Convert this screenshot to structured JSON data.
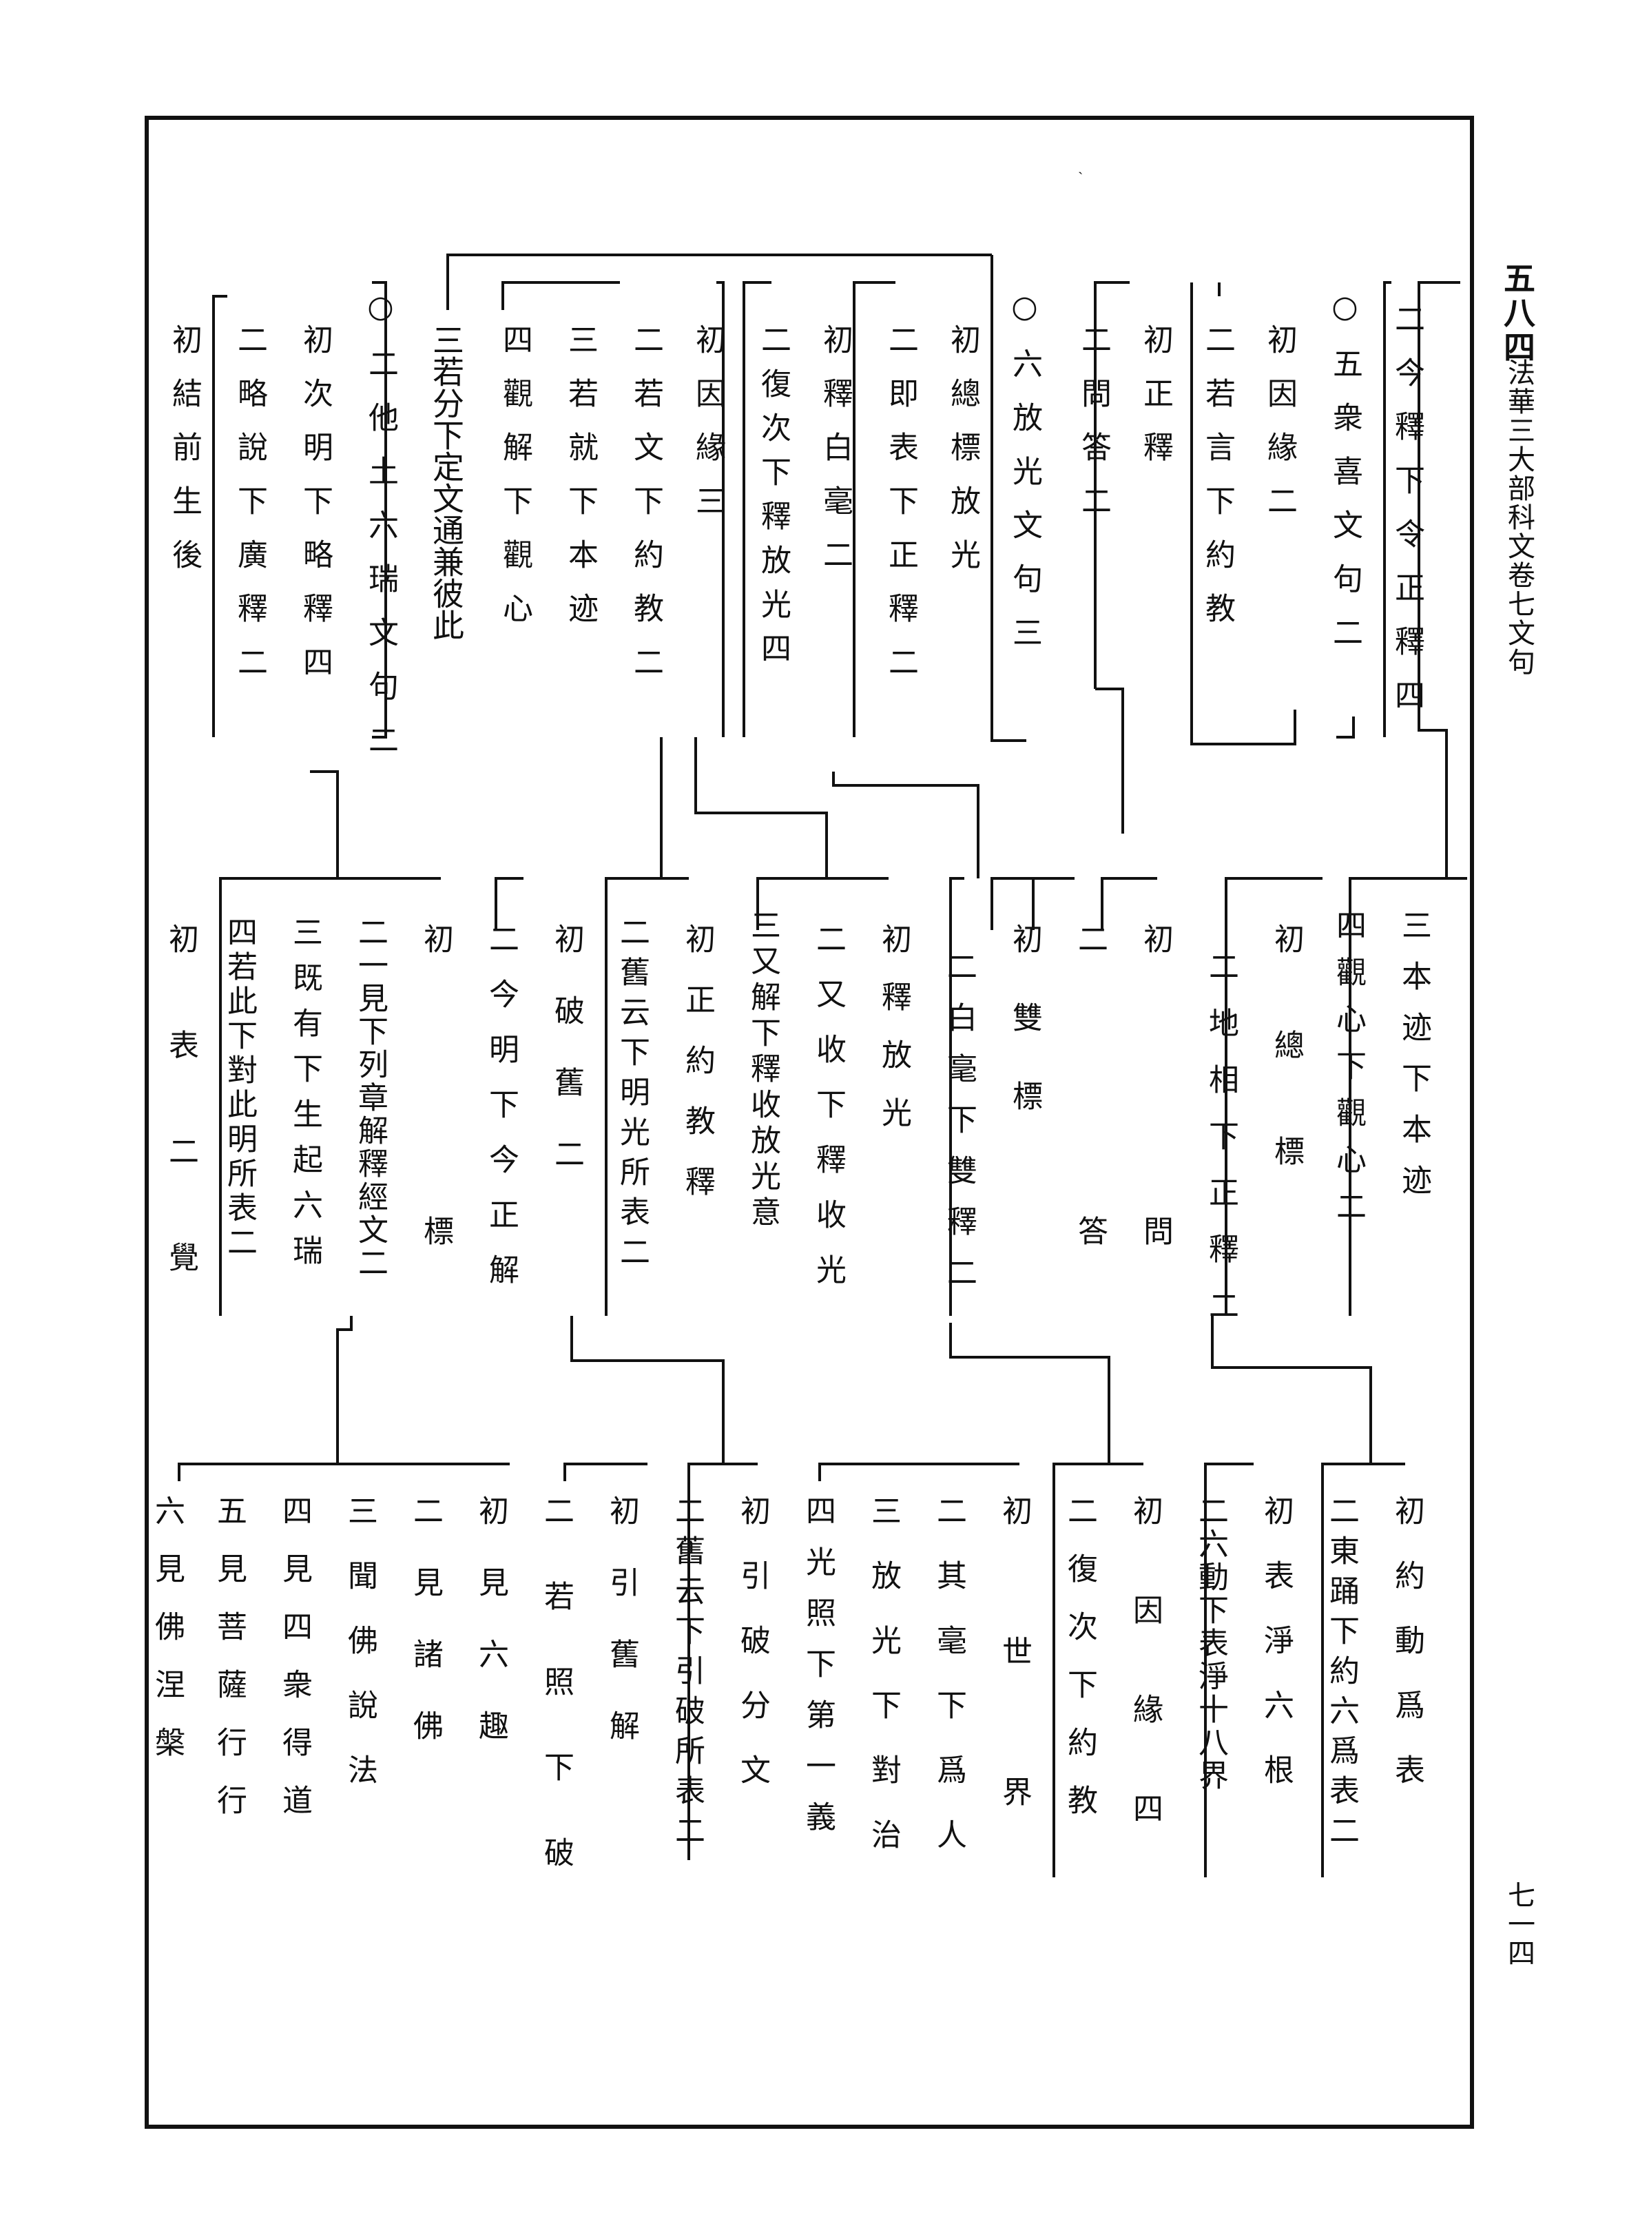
{
  "margin": {
    "title": "五八四",
    "book": "法華三大部科文卷七文句",
    "page": "七一四"
  },
  "speck": "ˏ",
  "tier1": [
    "二今釋下令正釋四",
    "○五衆喜文句二",
    "初因緣二",
    "二若言下約教",
    "初正釋",
    "二問答二",
    "○六放光文句三",
    "初總標放光",
    "二即表下正釋二",
    "初釋白毫二",
    "二復次下釋放光四",
    "初因緣三",
    "二若文下約教二",
    "三若就下本迹",
    "四觀解下觀心",
    "三若分下定文通兼彼此",
    "○二他土六瑞文句二",
    "初次明下略釋四",
    "二略說下廣釋二",
    "初結前生後"
  ],
  "tier2": [
    "三本迹下本迹",
    "四觀心下觀心二",
    "初總標",
    "二地相下正釋二",
    "初問",
    "二答",
    "初雙標",
    "二白毫下雙釋二",
    "初釋放光",
    "二又收下釋收光",
    "三又解下釋收放光意",
    "初正約教釋",
    "二舊云下明光所表二",
    "初破舊二",
    "二今明下今正解",
    "初標",
    "二一見下列章解釋經文二",
    "三既有下生起六瑞",
    "四若此下對此明所表二",
    "初表二覺"
  ],
  "tier3": [
    "初約動爲表",
    "二東踊下約六爲表二",
    "初表淨六根",
    "二六動下表淨十八界",
    "初因緣四",
    "二復次下約教",
    "初世界",
    "二其毫下爲人",
    "三放光下對治",
    "四光照下第一義",
    "初引破分文",
    "二舊云下引破所表二",
    "初引舊解",
    "二若照下破",
    "初見六趣",
    "二見諸佛",
    "三聞佛說法",
    "四見四衆得道",
    "五見菩薩行行",
    "六見佛涅槃"
  ]
}
